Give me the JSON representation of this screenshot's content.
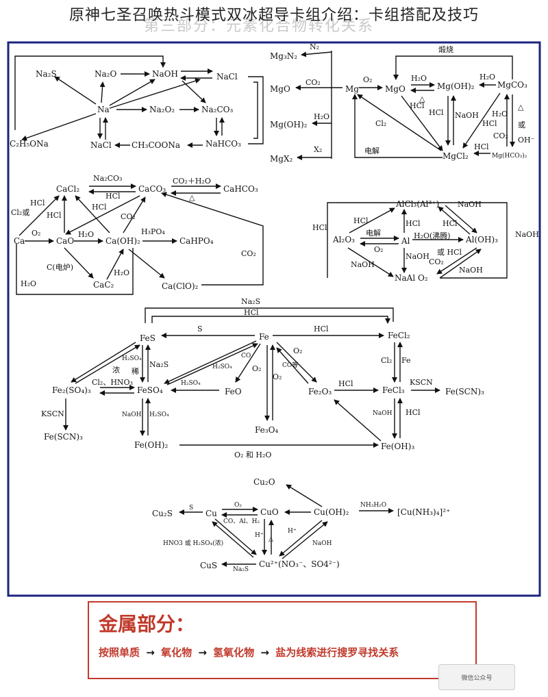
{
  "page": {
    "overlay_title": "原神七圣召唤热斗模式双冰超导卡组介绍：卡组搭配及技巧",
    "faded_title": "第三部分：元素化合物转化关系"
  },
  "legend": {
    "title": "金属部分：",
    "line": [
      "按照单质",
      "→",
      "氧化物",
      "→",
      "氢氧化物",
      "→",
      "盐为线索进行搜罗寻找关系"
    ]
  },
  "watermark": "微信公众号",
  "nodes": {
    "Na2S": "Na₂S",
    "Na2O": "Na₂O",
    "NaOH": "NaOH",
    "NaCl_top": "NaCl",
    "Na": "Na",
    "Na2O2": "Na₂O₂",
    "Na2CO3": "Na₂CO₃",
    "C2H5ONa": "C₂H₅ONa",
    "NaCl": "NaCl",
    "CH3COONa": "CH₃COONa",
    "NaHCO3": "NaHCO₃",
    "Mg3N2": "Mg₃N₂",
    "MgO_l": "MgO",
    "MgOH2_l": "Mg(OH)₂",
    "MgX2": "MgX₂",
    "Mg": "Mg",
    "MgO": "MgO",
    "MgOH2": "Mg(OH)₂",
    "MgCO3": "MgCO₃",
    "MgCl2": "MgCl₂",
    "MgHCO32": "Mg(HCO₃)₂",
    "CaCl2": "CaCl₂",
    "CaCO3": "CaCO₃",
    "CaHCO3": "CaHCO₃",
    "Ca": "Ca",
    "CaO": "CaO",
    "CaOH2": "Ca(OH)₂",
    "CaHPO4": "CaHPO₄",
    "CaC2": "CaC₂",
    "CaClO2": "Ca(ClO)₂",
    "AlCl3": "AlCl₃(Al³⁺)",
    "Al2O3": "Al₂O₃",
    "Al": "Al",
    "AlOH3": "Al(OH)₃",
    "NaAlO2": "NaAl O₂",
    "FeS": "FeS",
    "Fe": "Fe",
    "FeCl2": "FeCl₂",
    "Fe2SO43": "Fe₂(SO₄)₃",
    "FeSO4": "FeSO₄",
    "FeO": "FeO",
    "Fe2O3": "Fe₂O₃",
    "FeCl3": "FeCl₃",
    "FeSCN3": "Fe(SCN)₃",
    "FeSCN3_l": "Fe(SCN)₃",
    "Fe3O4": "Fe₃O₄",
    "FeOH2": "Fe(OH)₂",
    "FeOH3": "Fe(OH)₃",
    "Cu2O": "Cu₂O",
    "Cu2S": "Cu₂S",
    "Cu": "Cu",
    "CuO": "CuO",
    "CuOH2": "Cu(OH)₂",
    "CuNH34": "[Cu(NH₃)₄]²⁺",
    "CuS": "CuS",
    "Cu2plus": "Cu²⁺(NO₃⁻、SO4²⁻)"
  },
  "labels": {
    "N2": "N₂",
    "CO2": "CO₂",
    "H2O": "H₂O",
    "X2": "X₂",
    "O2": "O₂",
    "calc": "煅烧",
    "HCl": "HCl",
    "Cl2": "Cl₂",
    "elec": "电解",
    "delta": "△",
    "or": "或",
    "OHm": "OH⁻",
    "Na2CO3": "Na₂CO₃",
    "CO2H2O": "CO₂＋H₂O",
    "Cl2or": "Cl₂或",
    "H3PO4": "H₃PO₄",
    "Cfurn": "C(电炉)",
    "NaOH": "NaOH",
    "H2Oboil": "H₂O(沸腾)",
    "orHCl": "或 HCl",
    "Na2S": "Na₂S",
    "S": "S",
    "H2SO4": "H₂SO₄",
    "nong": "浓",
    "xi": "稀",
    "Cl2HNO3": "Cl₂、HNO₃",
    "CO": "CO",
    "COdeng": "CO等",
    "Fe": "Fe",
    "KSCN": "KSCN",
    "O2H2O": "O₂ 和 H₂O",
    "NH3H2O": "NH₃H₂O",
    "COAlH2": "CO、Al、H₂",
    "Hplus": "H⁺",
    "HNO3": "HNO3 或 H₂SO₄(浓)"
  }
}
